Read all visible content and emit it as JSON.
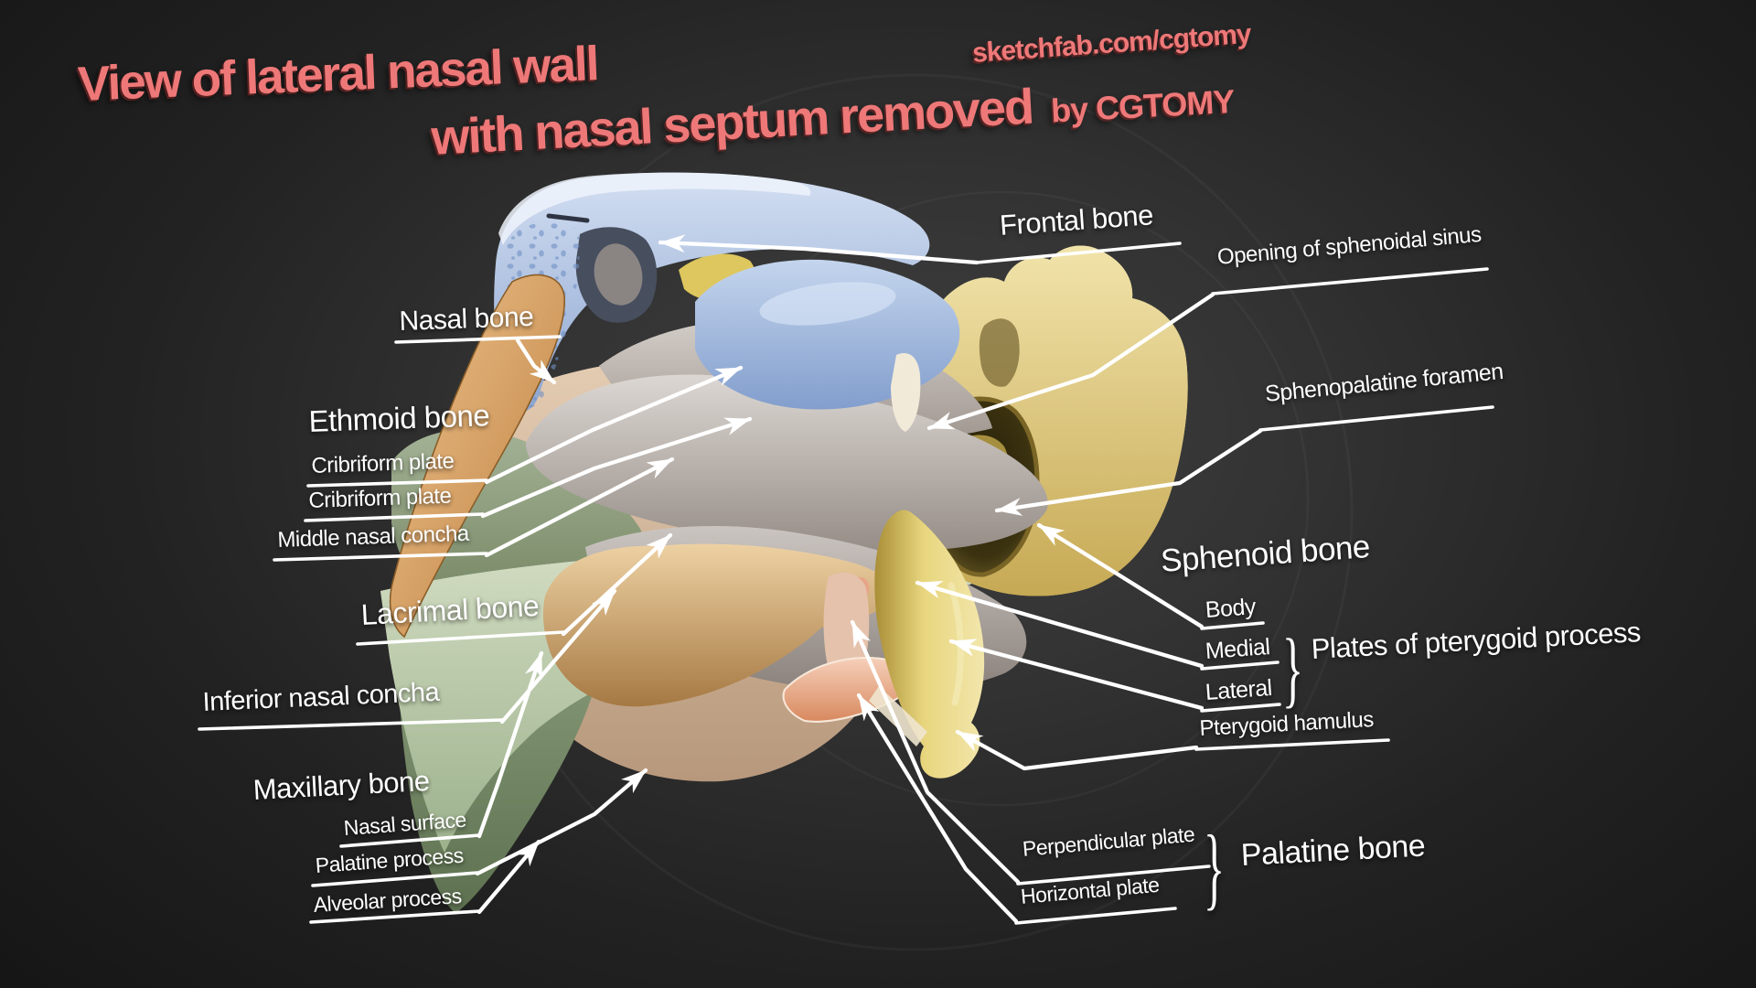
{
  "title": {
    "line1": "View of lateral nasal wall",
    "line2": "with nasal septum removed",
    "byline": "by CGTOMY",
    "watermark": "sketchfab.com/cgtomy"
  },
  "colors": {
    "title": "#ee7878",
    "label": "#ffffff",
    "background_center": "#3e3e3e",
    "background_edge": "#141414",
    "bones": {
      "frontal": "#a9c1e4",
      "nasal": "#dfa96b",
      "ethmoid": "#b7b1ad",
      "sphenoid": "#e3cd72",
      "maxilla": "#94a486",
      "inferior_concha": "#c99a62",
      "palatine": "#eba98c"
    }
  },
  "labels": {
    "frontal_bone": "Frontal bone",
    "opening_sphenoidal_sinus": "Opening of sphenoidal sinus",
    "sphenopalatine_foramen": "Sphenopalatine foramen",
    "sphenoid_bone": "Sphenoid bone",
    "body": "Body",
    "medial": "Medial",
    "lateral": "Lateral",
    "plates_of_pterygoid_process": "Plates of pterygoid process",
    "pterygoid_hamulus": "Pterygoid hamulus",
    "perpendicular_plate": "Perpendicular plate",
    "horizontal_plate": "Horizontal plate",
    "palatine_bone": "Palatine bone",
    "nasal_bone": "Nasal bone",
    "ethmoid_bone": "Ethmoid bone",
    "cribriform_plate_1": "Cribriform plate",
    "cribriform_plate_2": "Cribriform plate",
    "middle_nasal_concha": "Middle nasal concha",
    "lacrimal_bone": "Lacrimal bone",
    "inferior_nasal_concha": "Inferior nasal concha",
    "maxillary_bone": "Maxillary bone",
    "nasal_surface": "Nasal surface",
    "palatine_process": "Palatine process",
    "alveolar_process": "Alveolar process",
    "brace": "}"
  }
}
